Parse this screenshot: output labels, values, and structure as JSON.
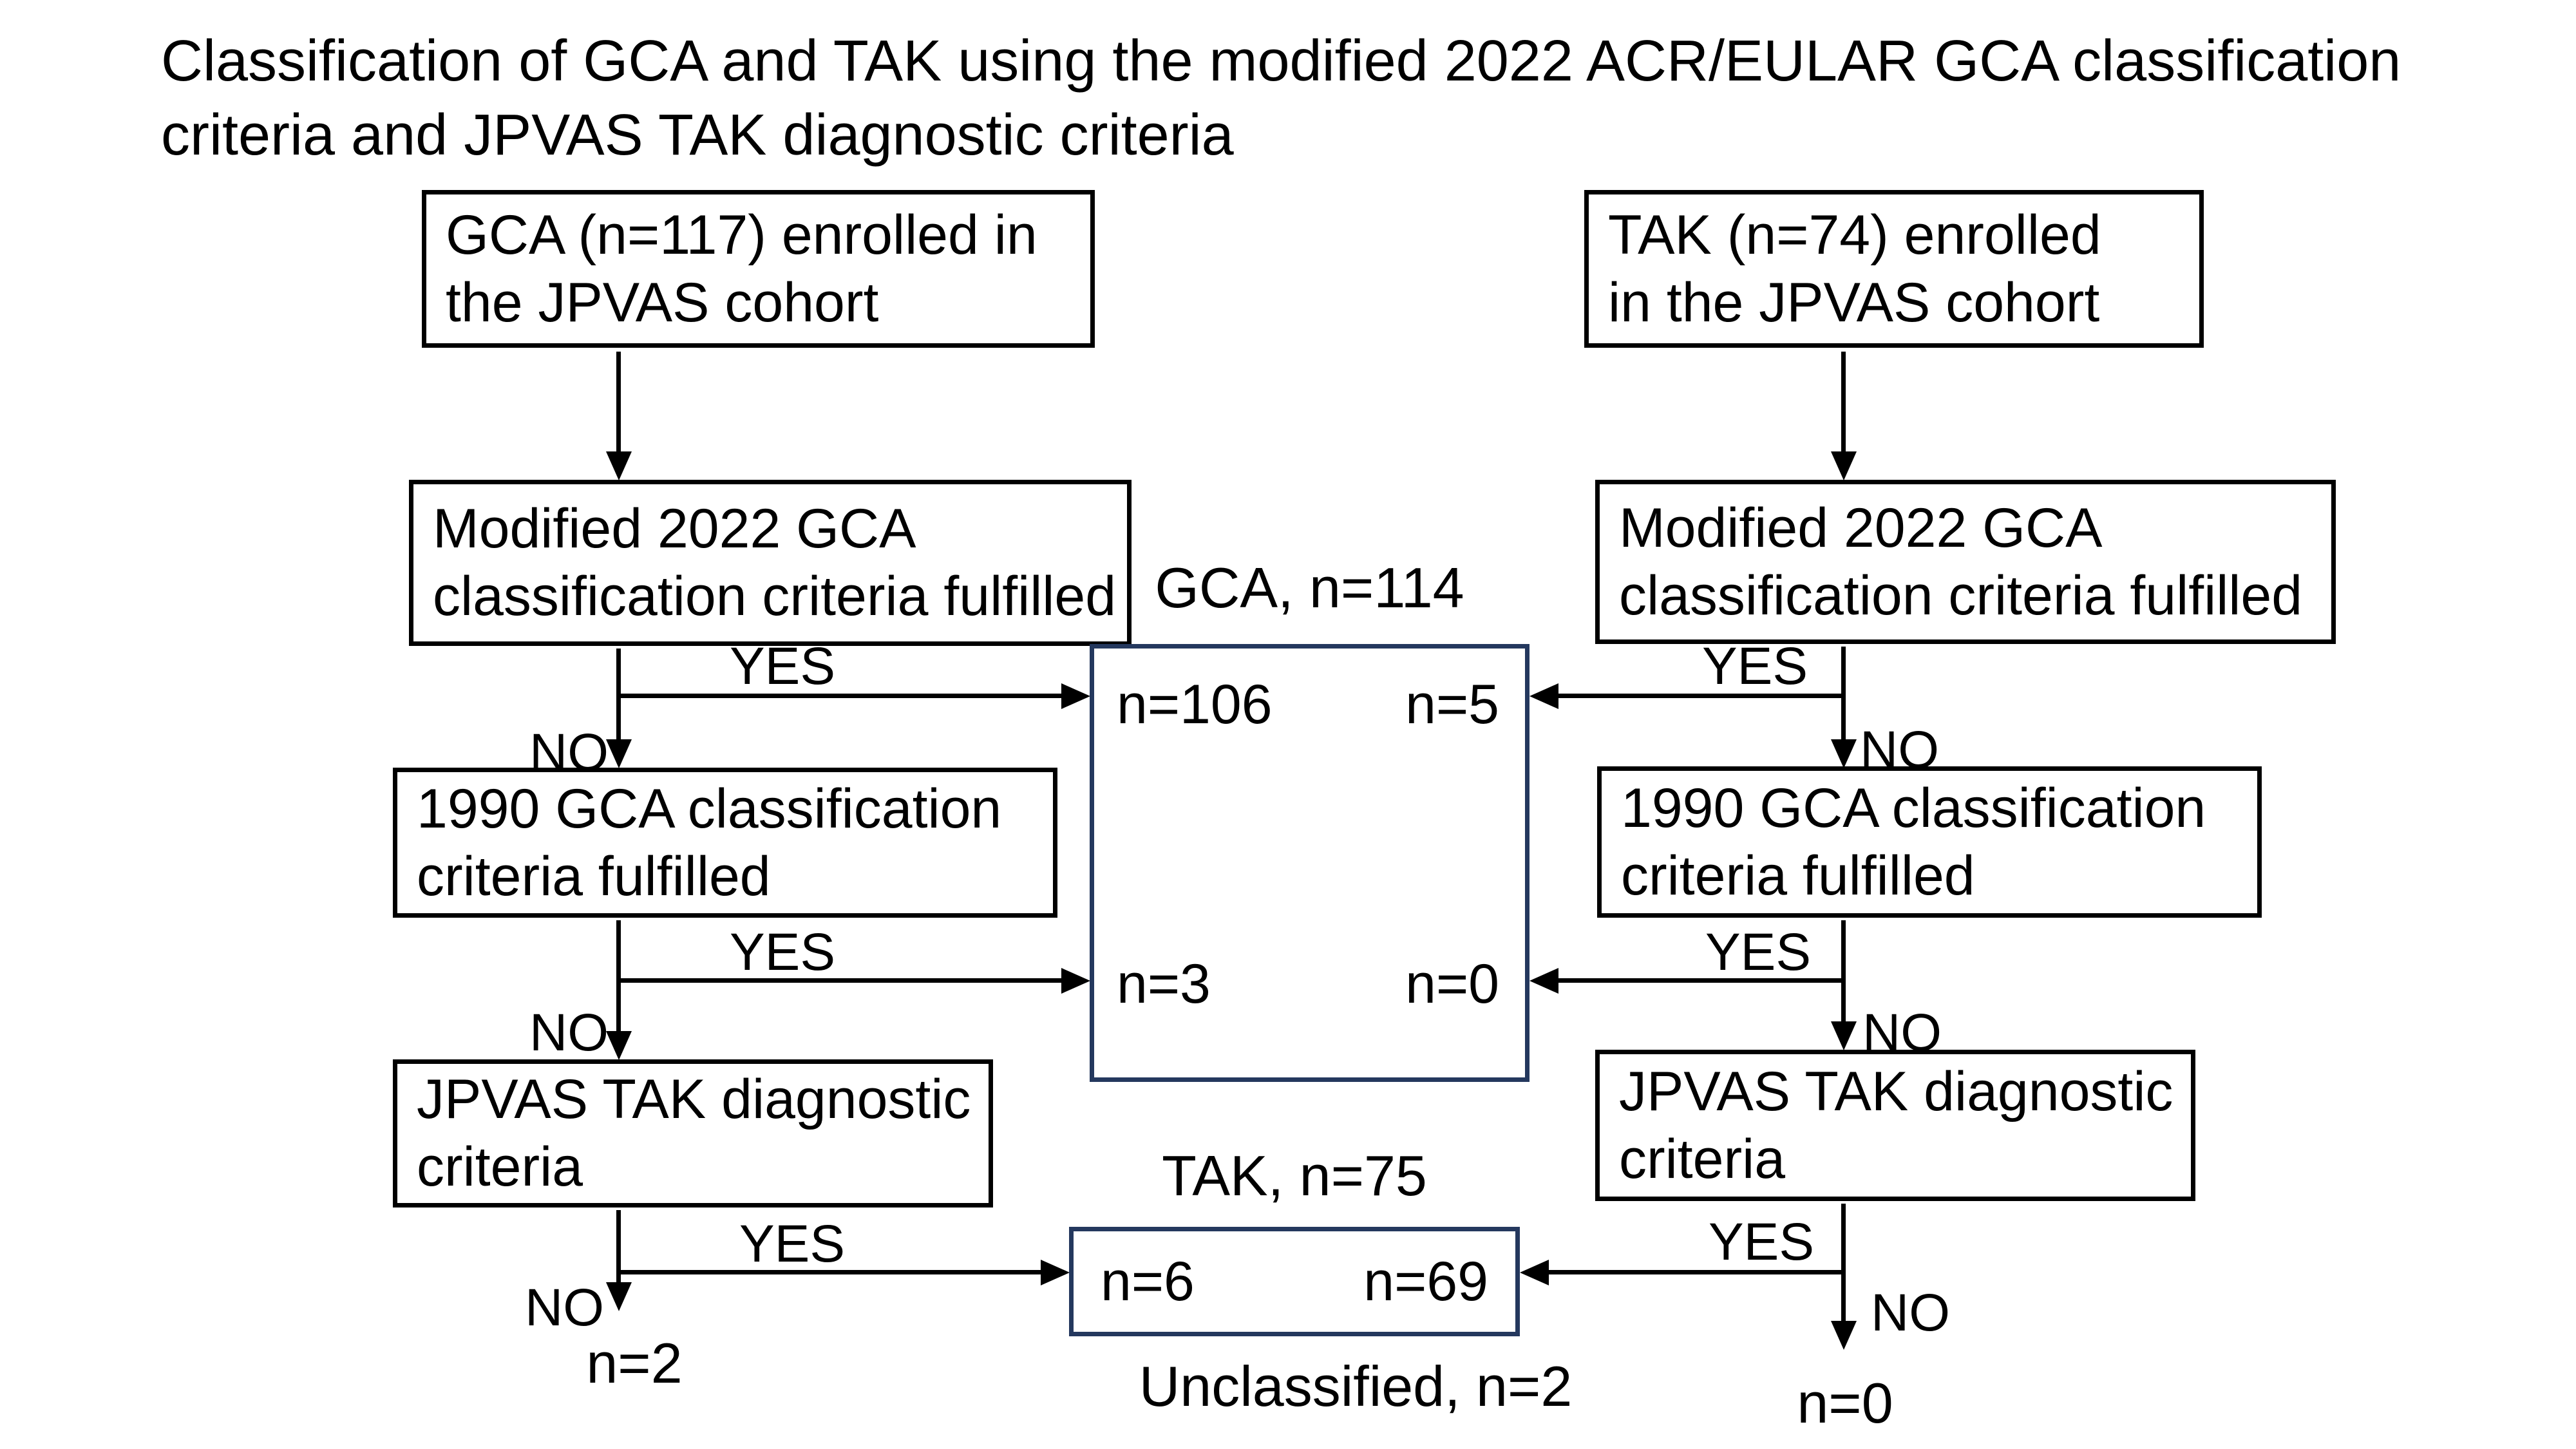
{
  "title": {
    "lines": [
      "Classification of GCA and TAK using the modified 2022 ACR/EULAR GCA classification",
      "criteria and JPVAS TAK diagnostic criteria"
    ]
  },
  "labels": {
    "yes": "YES",
    "no": "NO"
  },
  "left_branch": {
    "enrolled_box": {
      "lines": [
        "GCA (n=117) enrolled in",
        "the JPVAS cohort"
      ]
    },
    "modified_2022_box": {
      "lines": [
        "Modified 2022 GCA",
        "classification criteria fulfilled"
      ]
    },
    "criteria_1990_box": {
      "lines": [
        "1990 GCA classification",
        "criteria fulfilled"
      ]
    },
    "jpvas_box": {
      "lines": [
        "JPVAS TAK diagnostic",
        "criteria"
      ]
    },
    "unclassified_count": "n=2"
  },
  "right_branch": {
    "enrolled_box": {
      "lines": [
        "TAK (n=74) enrolled",
        "in the JPVAS cohort"
      ]
    },
    "modified_2022_box": {
      "lines": [
        "Modified 2022 GCA",
        "classification criteria fulfilled"
      ]
    },
    "criteria_1990_box": {
      "lines": [
        "1990 GCA classification",
        "criteria fulfilled"
      ]
    },
    "jpvas_box": {
      "lines": [
        "JPVAS TAK diagnostic",
        "criteria"
      ]
    },
    "unclassified_count": "n=0"
  },
  "outcomes": {
    "gca": {
      "title": "GCA, n=114",
      "n_from_gca_modified2022": "n=106",
      "n_from_tak_modified2022": "n=5",
      "n_from_gca_1990": "n=3",
      "n_from_tak_1990": "n=0"
    },
    "tak": {
      "title": "TAK, n=75",
      "n_from_gca_jpvas": "n=6",
      "n_from_tak_jpvas": "n=69"
    },
    "unclassified": {
      "title": "Unclassified, n=2"
    }
  },
  "colors": {
    "outcome_box_border": "#24385e",
    "flow_box_border": "#000000",
    "background": "#ffffff",
    "text": "#000000"
  }
}
